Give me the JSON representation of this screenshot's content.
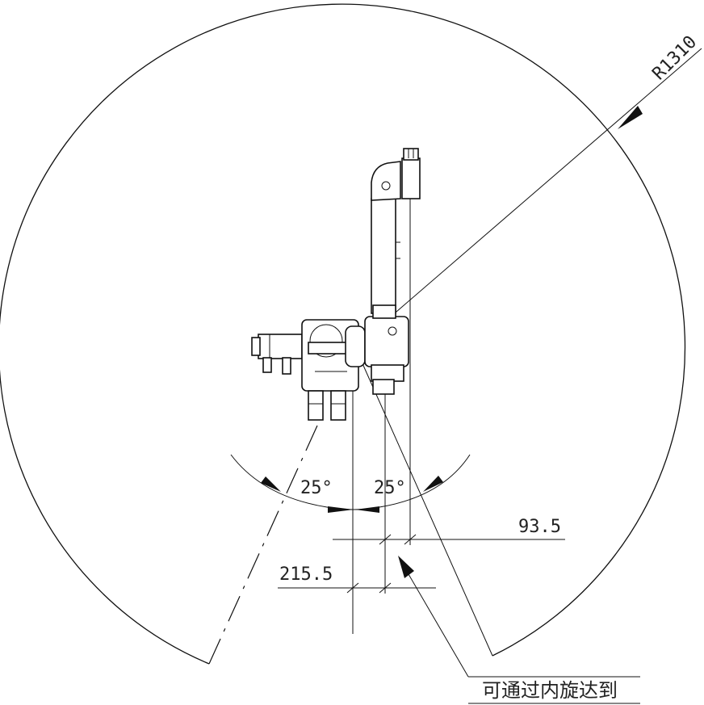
{
  "drawing": {
    "labels": {
      "radius": "R1310",
      "angle_left": "25°",
      "angle_right": "25°",
      "dim_small": "93.5",
      "dim_large": "215.5",
      "note": "可通过内旋达到"
    }
  }
}
